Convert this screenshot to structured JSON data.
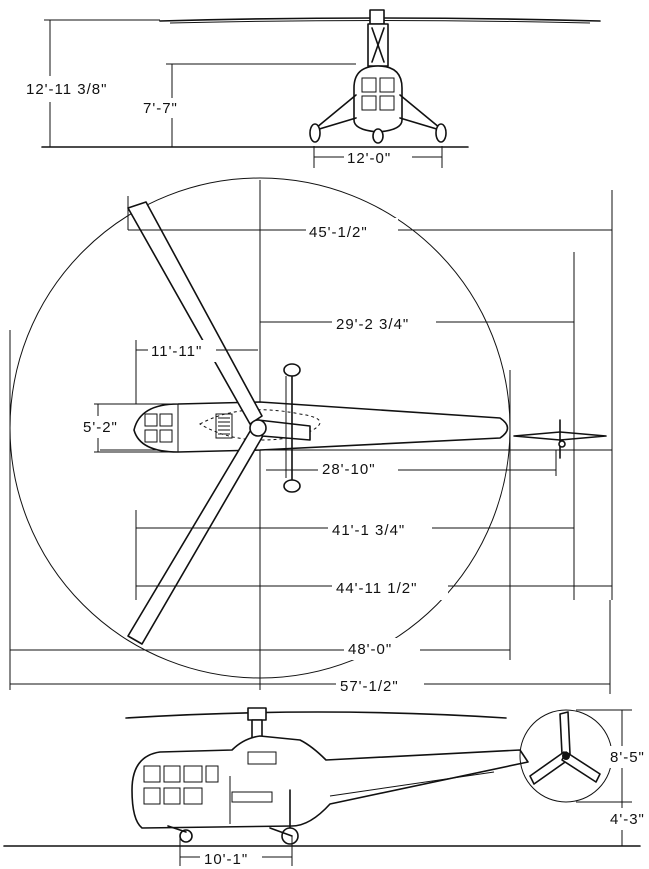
{
  "dimensions": {
    "front_overall_height": "12'-11 3/8\"",
    "front_cabin_height": "7'-7\"",
    "front_gear_track": "12'-0\"",
    "plan_tail_arm": "45'-1/2\"",
    "plan_rotor_to_tail": "29'-2 3/4\"",
    "plan_nose_to_rotor": "11'-11\"",
    "plan_fuselage_width": "5'-2\"",
    "plan_rotor_to_stabilizer": "28'-10\"",
    "plan_nose_to_tail_rotor": "41'-1 3/4\"",
    "plan_fuselage_length": "44'-11 1/2\"",
    "plan_rotor_diameter": "48'-0\"",
    "plan_overall_length": "57'-1/2\"",
    "side_tail_rotor_diameter": "8'-5\"",
    "side_tail_rotor_clearance": "4'-3\"",
    "side_wheelbase": "10'-1\""
  }
}
